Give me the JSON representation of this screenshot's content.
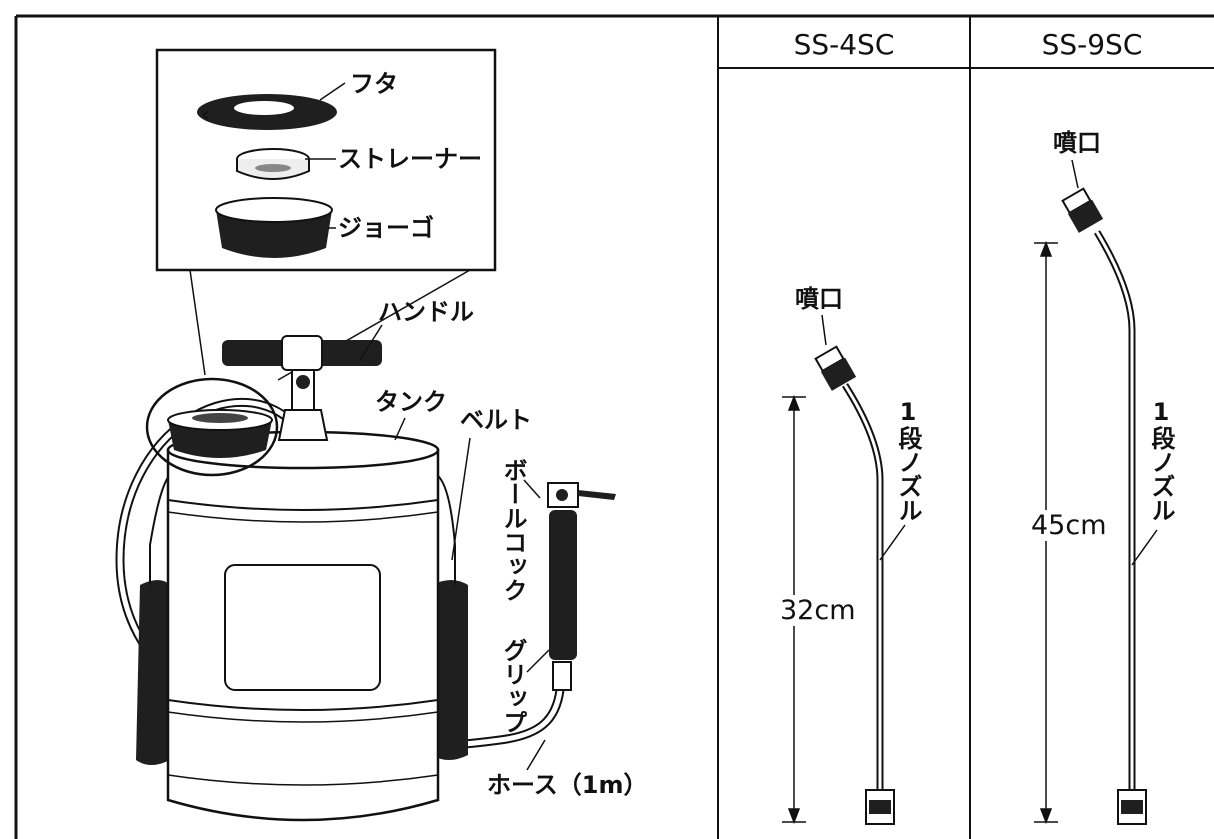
{
  "columns": {
    "model_a": "SS-4SC",
    "model_b": "SS-9SC"
  },
  "inset_labels": {
    "lid": "フタ",
    "strainer": "ストレーナー",
    "funnel": "ジョーゴ"
  },
  "sprayer_labels": {
    "handle": "ハンドル",
    "tank": "タンク",
    "belt": "ベルト",
    "ball_cock": "ボールコック",
    "grip": "グリップ",
    "hose": "ホース（1m）"
  },
  "nozzle_a": {
    "tip_label": "噴口",
    "nozzle_label": "1段ノズル",
    "length": "32cm"
  },
  "nozzle_b": {
    "tip_label": "噴口",
    "nozzle_label": "1段ノズル",
    "length": "45cm"
  }
}
